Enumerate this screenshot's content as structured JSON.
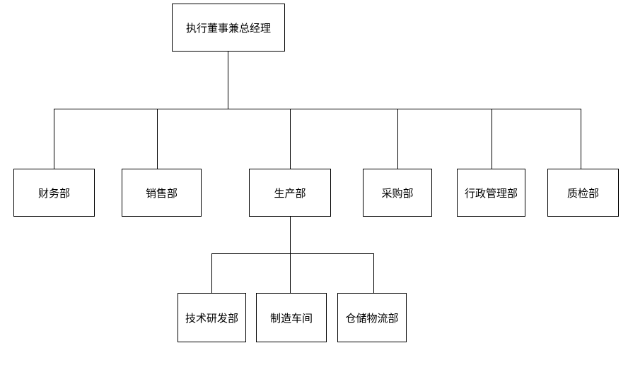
{
  "diagram": {
    "type": "org-chart",
    "root": {
      "id": "root",
      "label": "执行董事兼总经理"
    },
    "level2": [
      {
        "id": "finance",
        "label": "财务部",
        "parent": "执行董事兼总经理"
      },
      {
        "id": "sales",
        "label": "销售部",
        "parent": "执行董事兼总经理"
      },
      {
        "id": "production",
        "label": "生产部",
        "parent": "执行董事兼总经理"
      },
      {
        "id": "purchasing",
        "label": "采购部",
        "parent": "执行董事兼总经理"
      },
      {
        "id": "admin",
        "label": "行政管理部",
        "parent": "执行董事兼总经理"
      },
      {
        "id": "quality",
        "label": "质检部",
        "parent": "执行董事兼总经理"
      }
    ],
    "level3": [
      {
        "id": "rnd",
        "label": "技术研发部",
        "parent": "生产部"
      },
      {
        "id": "workshop",
        "label": "制造车间",
        "parent": "生产部"
      },
      {
        "id": "warehouse",
        "label": "仓储物流部",
        "parent": "生产部"
      }
    ],
    "colors": {
      "background": "#ffffff",
      "box_fill": "#ffffff",
      "box_border": "#000000",
      "line": "#000000",
      "text": "#000000"
    }
  }
}
